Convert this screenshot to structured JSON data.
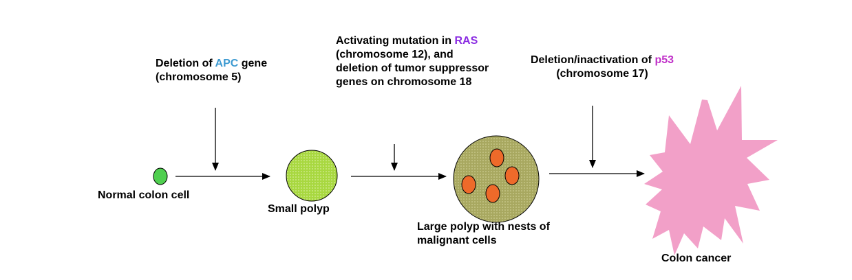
{
  "colors": {
    "normal_cell": "#4fcf4f",
    "small_polyp": "#a8d840",
    "large_polyp": "#a8a860",
    "nest": "#ee6a2a",
    "cancer": "#f2a0c8",
    "apc": "#3d9ad1",
    "ras": "#8a2be2",
    "p53": "#c030c8"
  },
  "stages": {
    "normal": "Normal colon cell",
    "small_polyp": "Small polyp",
    "large_polyp_line1": "Large polyp with nests of",
    "large_polyp_line2": "malignant cells",
    "cancer": "Colon cancer"
  },
  "events": {
    "apc": {
      "pre": "Deletion of ",
      "gene": "APC",
      "post": " gene",
      "line2": "(chromosome 5)"
    },
    "ras": {
      "pre": "Activating mutation in ",
      "gene": "RAS",
      "line2": "(chromosome 12), and",
      "line3": "deletion of tumor suppressor",
      "line4": "genes on chromosome 18"
    },
    "p53": {
      "pre": "Deletion/inactivation of ",
      "gene": "p53",
      "line2": "(chromosome 17)"
    }
  }
}
